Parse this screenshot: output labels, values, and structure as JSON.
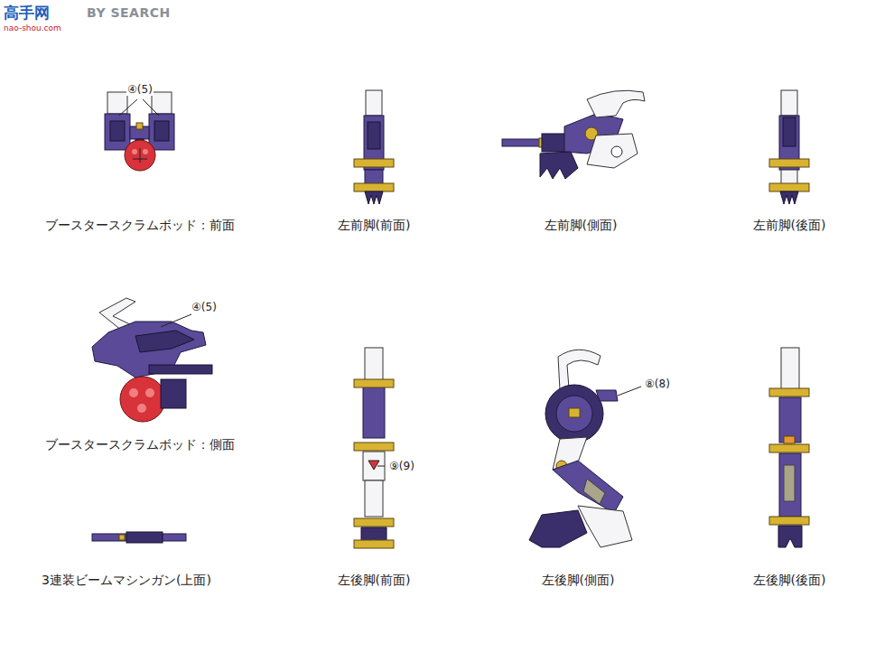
{
  "diagram": {
    "labels": [
      "高手网",
      "BY SEARCH",
      "nao-shou.com",
      "④(5)",
      "ブースタースクラムボッド：前面",
      "左前脚(前面)",
      "左前脚(側面)",
      "左前脚(後面)",
      "④(5)",
      "⑧(8)",
      "ブースタースクラムボッド：側面",
      "⑨(9)",
      "3連装ビームマシンガン(上面)",
      "左後脚(前面)",
      "左後脚(側面)",
      "左後脚(後面)"
    ]
  }
}
